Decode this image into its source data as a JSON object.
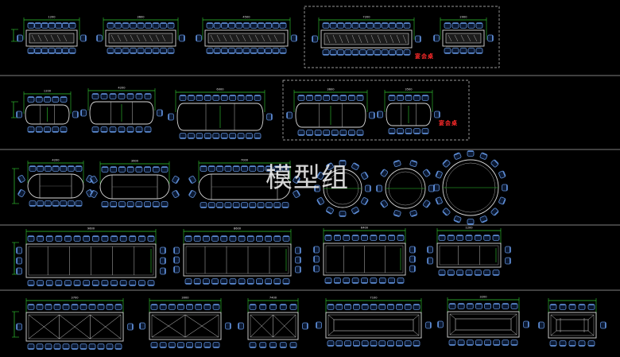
{
  "watermark": "模型组",
  "tags": {
    "row1": "宴会桌",
    "row2": "宴会桌"
  },
  "dims": {
    "r1": [
      "1200",
      "3600",
      "4500",
      "7200",
      "2000"
    ],
    "r2": [
      "1200",
      "4200",
      "6000",
      "3600",
      "3500"
    ],
    "r3": [
      "4200",
      "3600",
      "7000"
    ],
    "r4": [
      "9600",
      "8600",
      "6400",
      "1200"
    ],
    "r5": [
      "3700",
      "3000",
      "7400",
      "7100",
      "3200"
    ]
  },
  "colors": {
    "chair": "#5f8fd8",
    "table": "#d8d8d8",
    "dim": "#33cc33",
    "frame": "#cfcfcf"
  }
}
